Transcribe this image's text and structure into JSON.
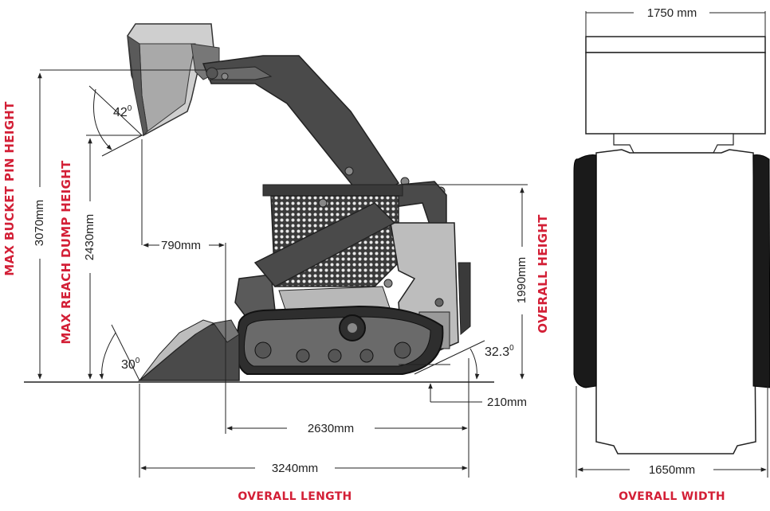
{
  "colors": {
    "accent": "#d31f36",
    "machine_dark": "#4a4a4a",
    "machine_light": "#bdbdbd",
    "line": "#222222"
  },
  "side_view": {
    "max_bucket_pin_height_label": "MAX BUCKET PIN HEIGHT",
    "max_bucket_pin_height_value": "3070mm",
    "max_reach_dump_height_label": "MAX REACH DUMP HEIGHT",
    "max_reach_dump_height_value": "2430mm",
    "dump_angle": "42",
    "rollback_angle": "30",
    "reach_value": "790mm",
    "overall_height_label": "OVERALL HEIGHT",
    "overall_height_value": "1990mm",
    "departure_angle": "32.3",
    "ground_clearance": "210mm",
    "track_length": "2630mm",
    "overall_length_value": "3240mm",
    "overall_length_label": "OVERALL LENGTH",
    "degree_mark": "0"
  },
  "front_view": {
    "top_width": "1750 mm",
    "track_width": "1650mm",
    "overall_width_label": "OVERALL WIDTH"
  }
}
